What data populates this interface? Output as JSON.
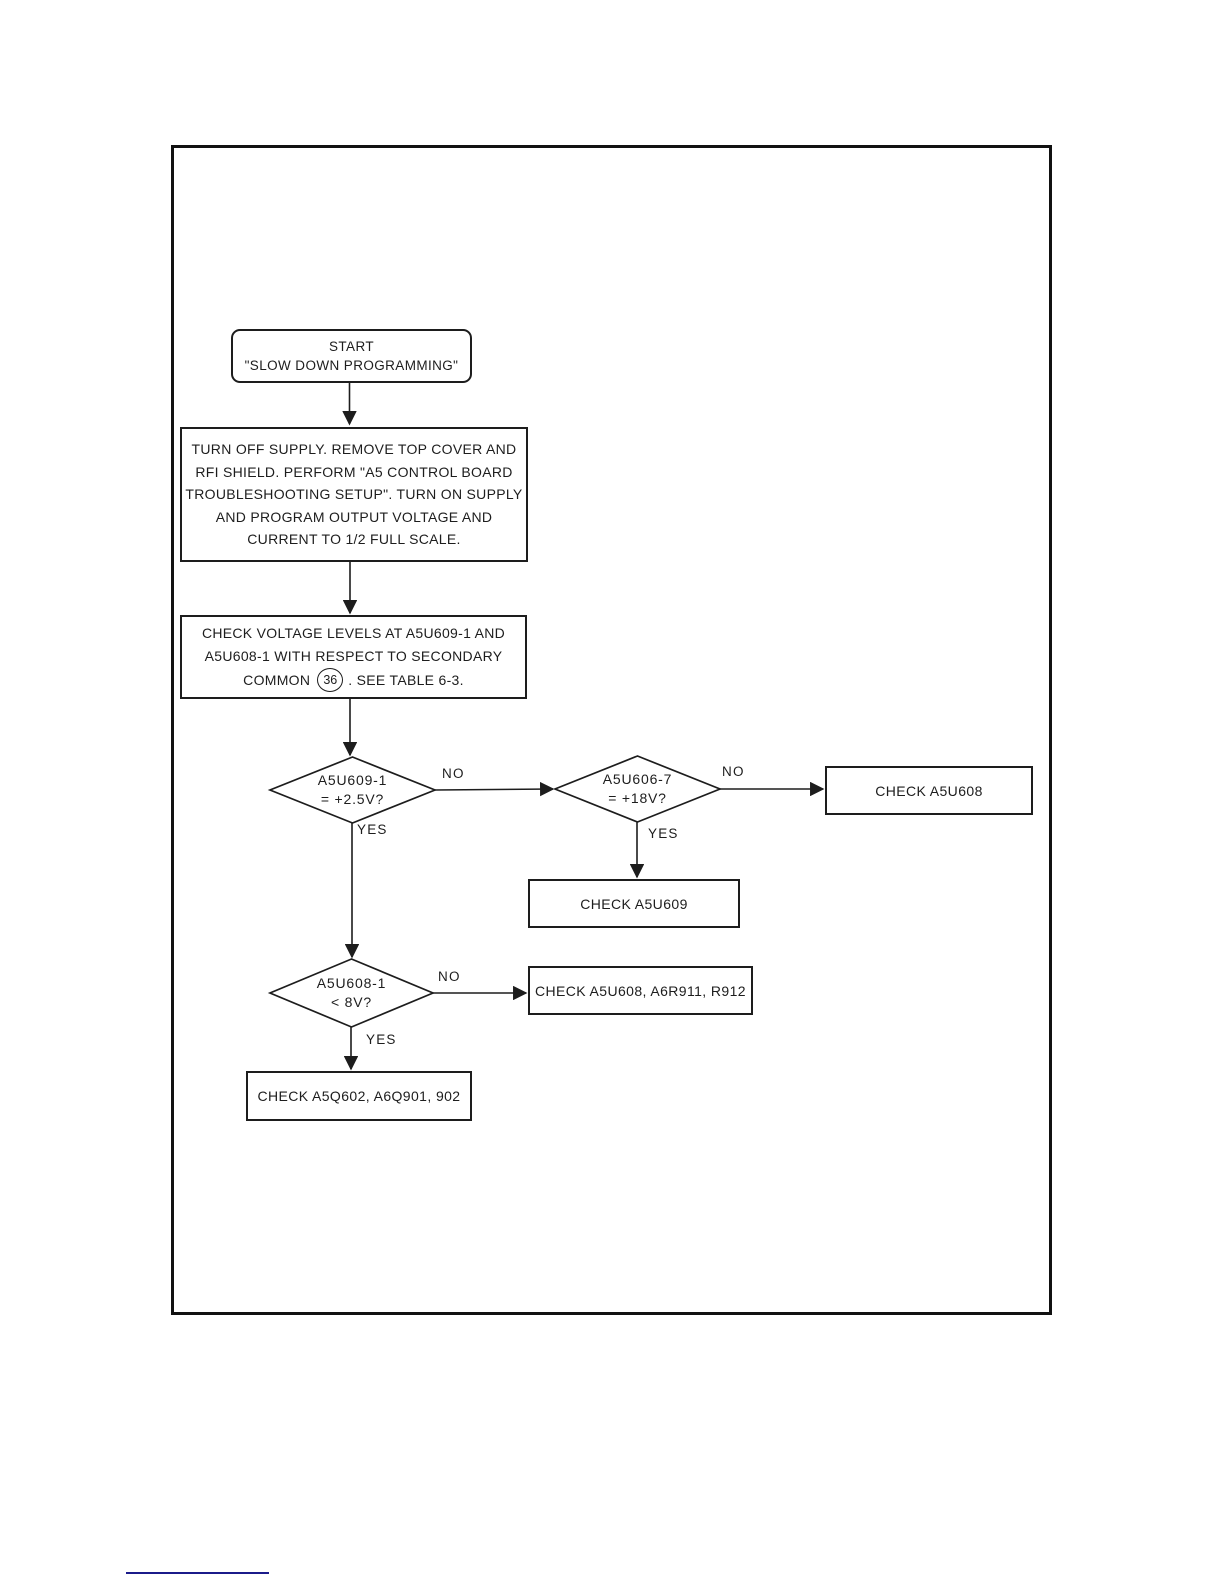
{
  "colors": {
    "ink": "#1d1d1d",
    "background": "#ffffff",
    "footer_rule": "#1b1b8a"
  },
  "flowchart": {
    "start": {
      "lines": [
        "START",
        "\"SLOW DOWN PROGRAMMING\""
      ]
    },
    "process_setup": {
      "lines": [
        "TURN OFF SUPPLY. REMOVE TOP COVER AND",
        "RFI SHIELD. PERFORM \"A5 CONTROL BOARD",
        "TROUBLESHOOTING SETUP\". TURN ON SUPPLY",
        "AND PROGRAM OUTPUT VOLTAGE AND",
        "CURRENT TO 1/2 FULL SCALE."
      ]
    },
    "process_check_voltage": {
      "lines": [
        "CHECK VOLTAGE LEVELS AT A5U609-1 AND",
        "A5U608-1 WITH RESPECT TO SECONDARY"
      ],
      "line3_before": "COMMON",
      "circled_ref": "36",
      "line3_after": ". SEE TABLE 6-3."
    },
    "decision_u609": {
      "lines": [
        "A5U609-1",
        "= +2.5V?"
      ]
    },
    "decision_u606": {
      "lines": [
        "A5U606-7",
        "= +18V?"
      ]
    },
    "decision_u608": {
      "lines": [
        "A5U608-1",
        "< 8V?"
      ]
    },
    "results": {
      "check_a5u608": "CHECK A5U608",
      "check_a5u609": "CHECK A5U609",
      "check_a5u608_r911_r912": "CHECK A5U608, A6R911, R912",
      "check_a5q602": "CHECK A5Q602, A6Q901, 902"
    },
    "labels": {
      "yes": "YES",
      "no": "NO"
    }
  }
}
